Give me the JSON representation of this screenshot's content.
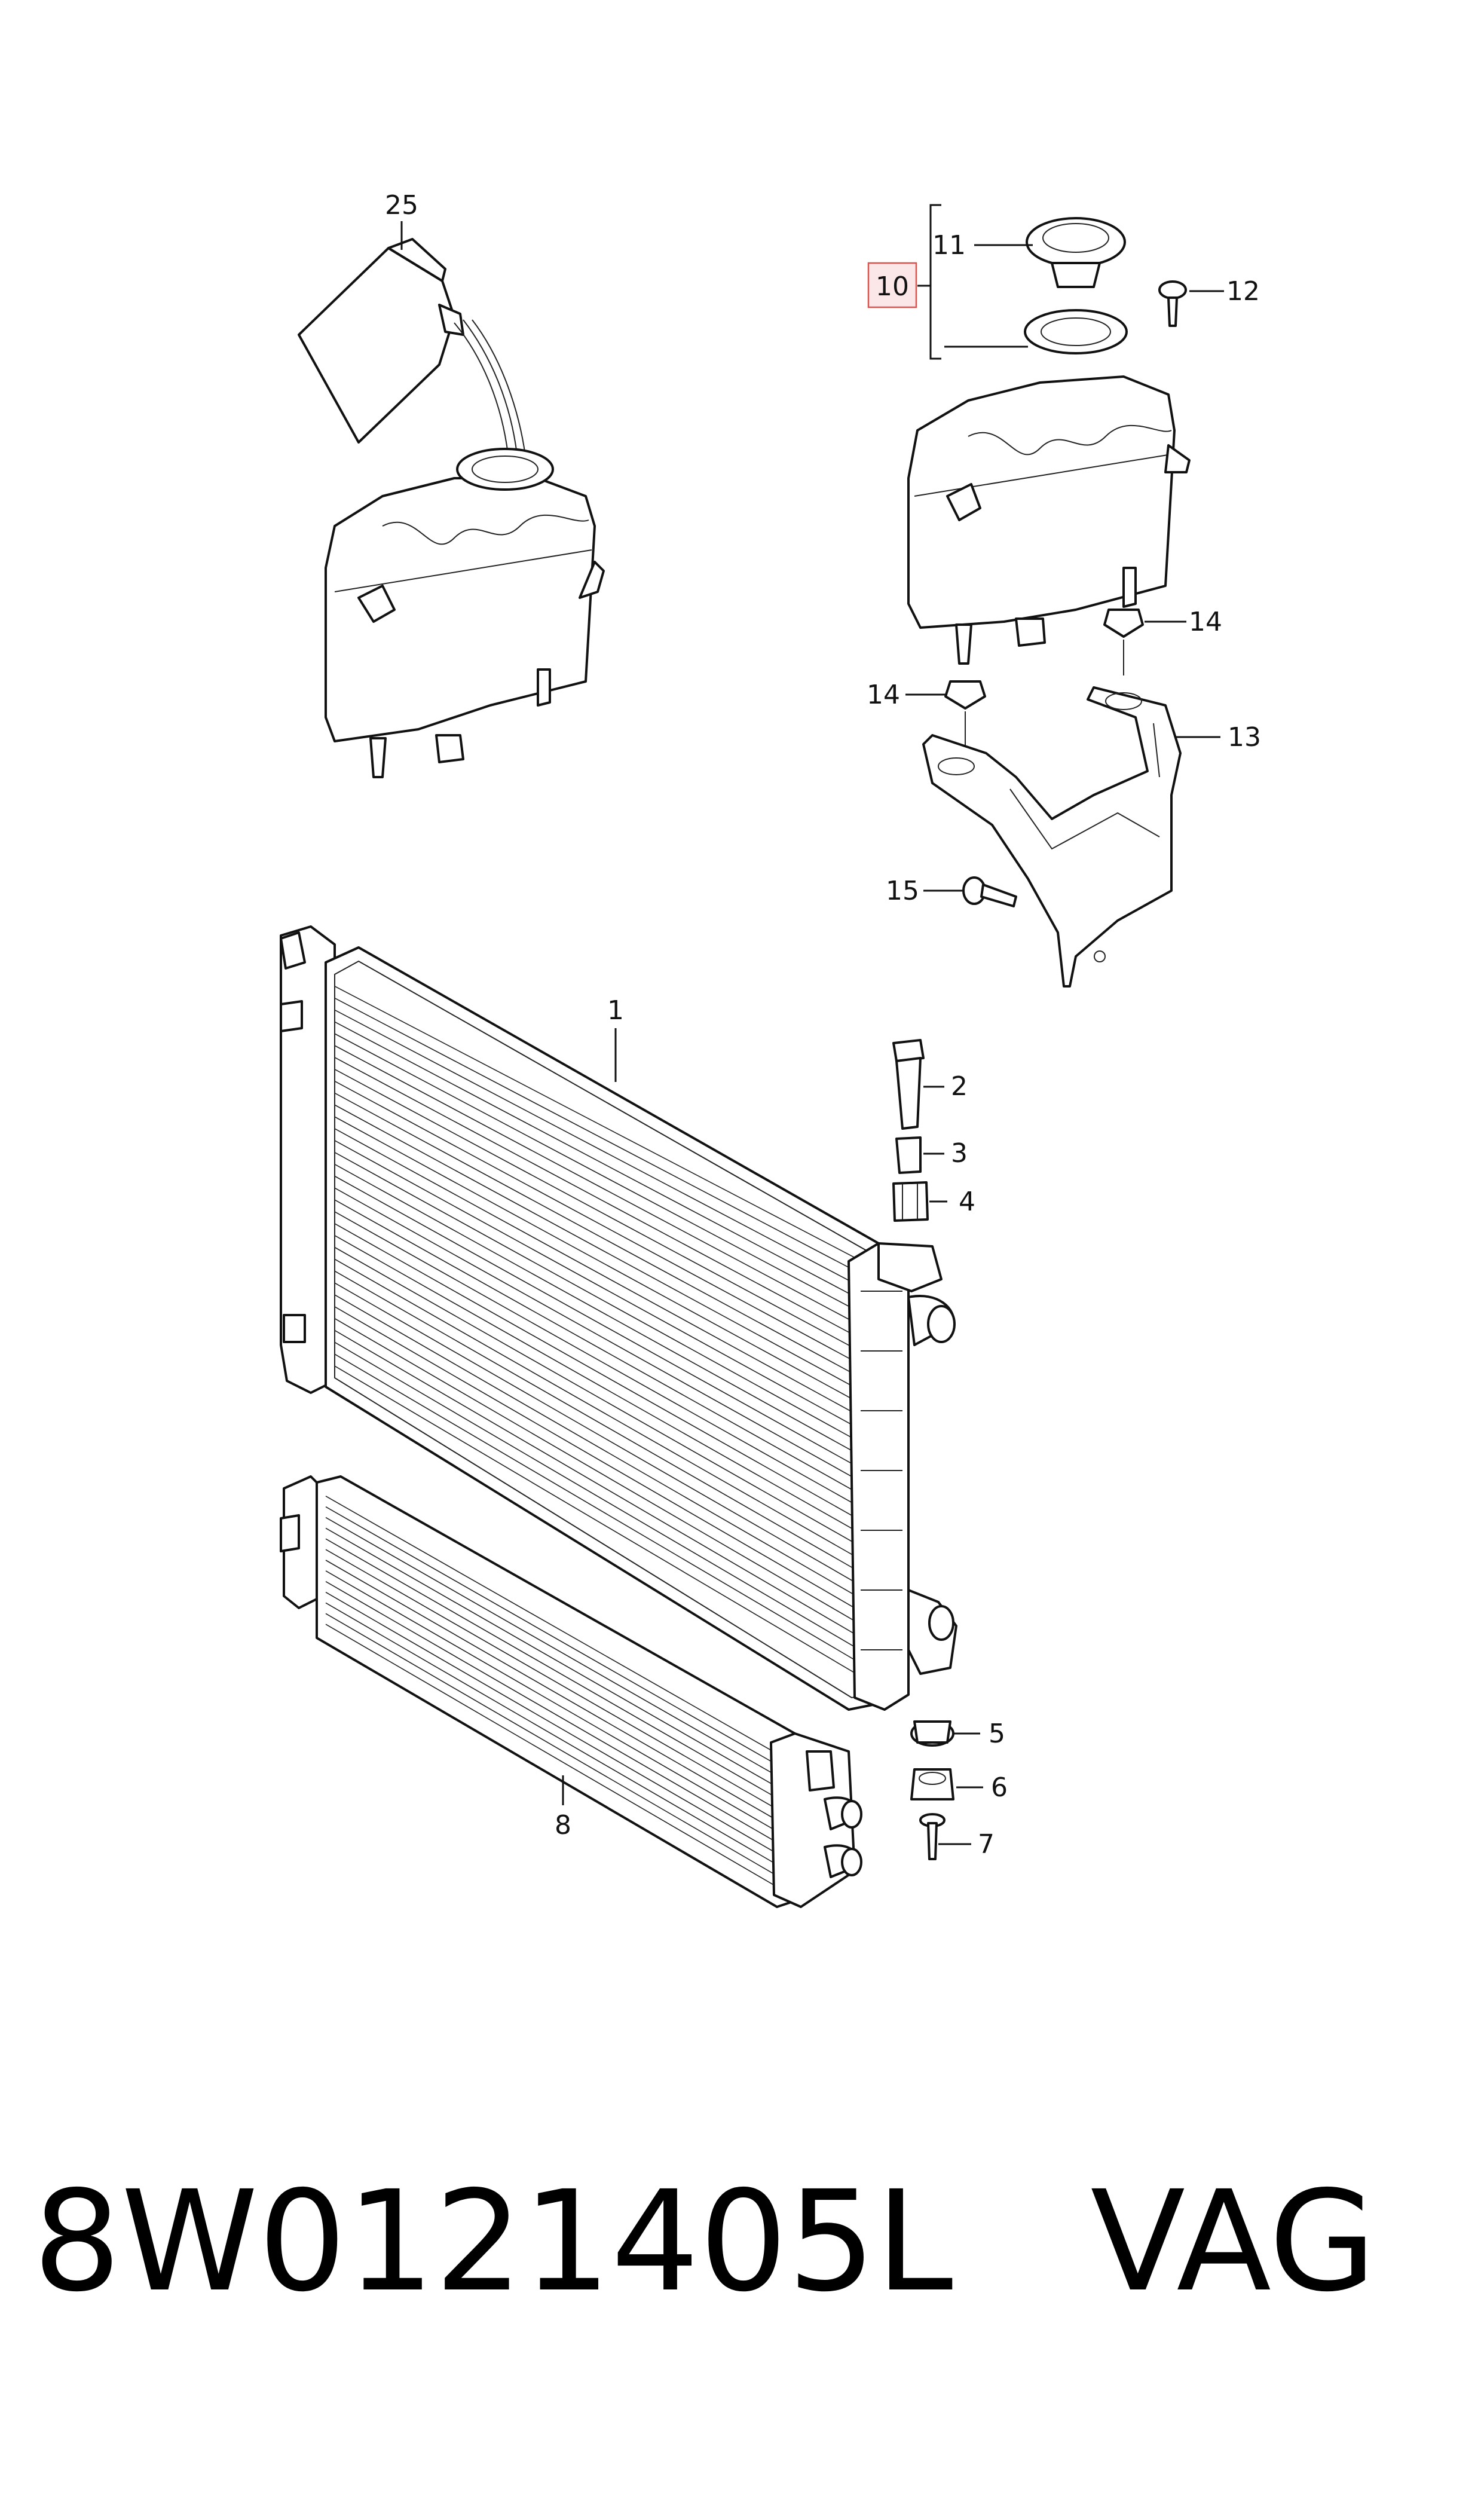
{
  "diagram": {
    "callouts": {
      "c1": "1",
      "c2": "2",
      "c3": "3",
      "c4": "4",
      "c5": "5",
      "c6": "6",
      "c7": "7",
      "c8": "8",
      "c10": "10",
      "c11": "11",
      "c12": "12",
      "c13": "13",
      "c14a": "14",
      "c14b": "14",
      "c15": "15",
      "c25": "25"
    },
    "highlight_color": "#d9534f"
  },
  "footer": {
    "part_number": "8W0121405L",
    "brand": "VAG"
  }
}
